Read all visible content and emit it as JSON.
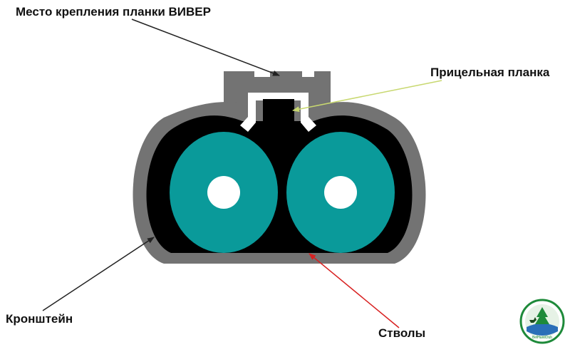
{
  "labels": {
    "weaver_mount": "Место крепления планки ВИВЕР",
    "sight_rib": "Прицельная планка",
    "bracket": "Кронштейн",
    "barrels": "Стволы"
  },
  "logo": {
    "icon": "hunting-club-logo",
    "text": "BelHuntClub"
  },
  "colors": {
    "bracket_gray": "#737373",
    "barrel_black": "#000000",
    "bore_teal": "#0a9a9a",
    "rib_white": "#ffffff",
    "arrow_dark": "#222222",
    "arrow_rib": "#c8d870",
    "arrow_barrels": "#d82020",
    "logo_green": "#1e8a3a",
    "logo_blue": "#2a6fb8"
  }
}
